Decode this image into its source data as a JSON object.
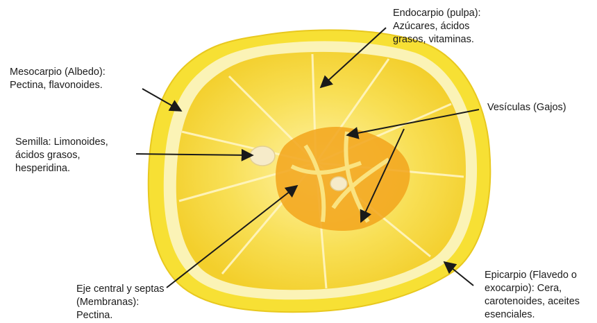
{
  "labels": {
    "endocarpio": [
      "Endocarpio (pulpa):",
      "Azúcares, ácidos",
      "grasos, vitaminas."
    ],
    "mesocarpio": [
      "Mesocarpio (Albedo):",
      "Pectina, flavonoides."
    ],
    "vesiculas": [
      "Vesículas (Gajos)"
    ],
    "semilla": [
      "Semilla: Limonoides,",
      "ácidos grasos,",
      "hesperidina."
    ],
    "eje": [
      "Eje central y septas",
      "(Membranas):",
      "Pectina."
    ],
    "epicarpio": [
      "Epicarpio (Flavedo o",
      "exocarpio): Cera,",
      "carotenoides, aceites",
      "esenciales."
    ]
  },
  "colors": {
    "peel": "#f7e034",
    "peel_edge": "#e8c81e",
    "albedo": "#fbf3b6",
    "pulp": "#f6d948",
    "pulp_light": "#fbe98a",
    "core": "#f2a51c",
    "seed": "#f6ebc9",
    "arrow": "#1a1a1a",
    "text": "#1a1a1a"
  }
}
